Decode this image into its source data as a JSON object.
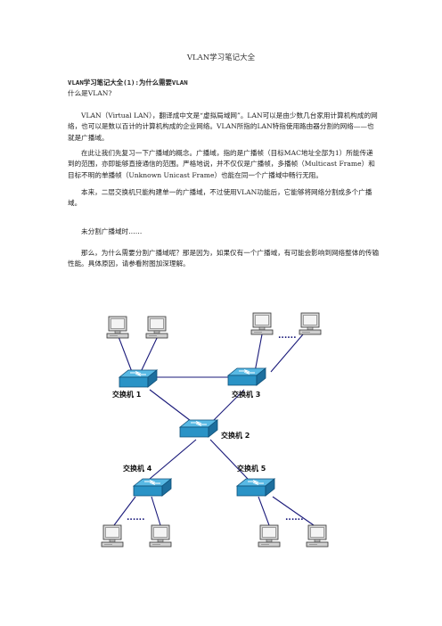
{
  "document": {
    "title": "VLAN学习笔记大全",
    "section_heading": "VLAN学习笔记大全(1):为什么需要VLAN",
    "question": "什么是VLAN?",
    "paragraphs": [
      "VLAN（Virtual LAN），翻译成中文是“虚拟局域网”。LAN可以是由少数几台家用计算机构成的网络，也可以是数以百计的计算机构成的企业网络。VLAN所指的LAN特指使用路由器分割的网络——也就是广播域。",
      "在此让我们先复习一下广播域的概念。广播域，指的是广播帧（目标MAC地址全部为1）所能传递到的范围，亦即能够直接通信的范围。严格地说，并不仅仅是广播帧，多播帧（Multicast Frame）和目标不明的单播帧（Unknown Unicast Frame）也能在同一个广播域中畅行无阻。",
      "本来，二层交换机只能构建单一的广播域，不过使用VLAN功能后，它能够将网络分割成多个广播域。",
      "未分割广播域时……",
      "那么，为什么需要分割广播域呢？那是因为，如果仅有一个广播域，有可能会影响到网络整体的传输性能。具体原因，请参看附图加深理解。"
    ]
  },
  "diagram": {
    "switches": [
      "交换机 1",
      "交换机 3",
      "交换机 2",
      "交换机 4",
      "交换机 5"
    ],
    "ellipsis": "......",
    "colors": {
      "switch": "#2a93c6",
      "switch_top": "#58b9e4",
      "line": "#1a1a7a",
      "pc": "#d9d9d9"
    }
  }
}
